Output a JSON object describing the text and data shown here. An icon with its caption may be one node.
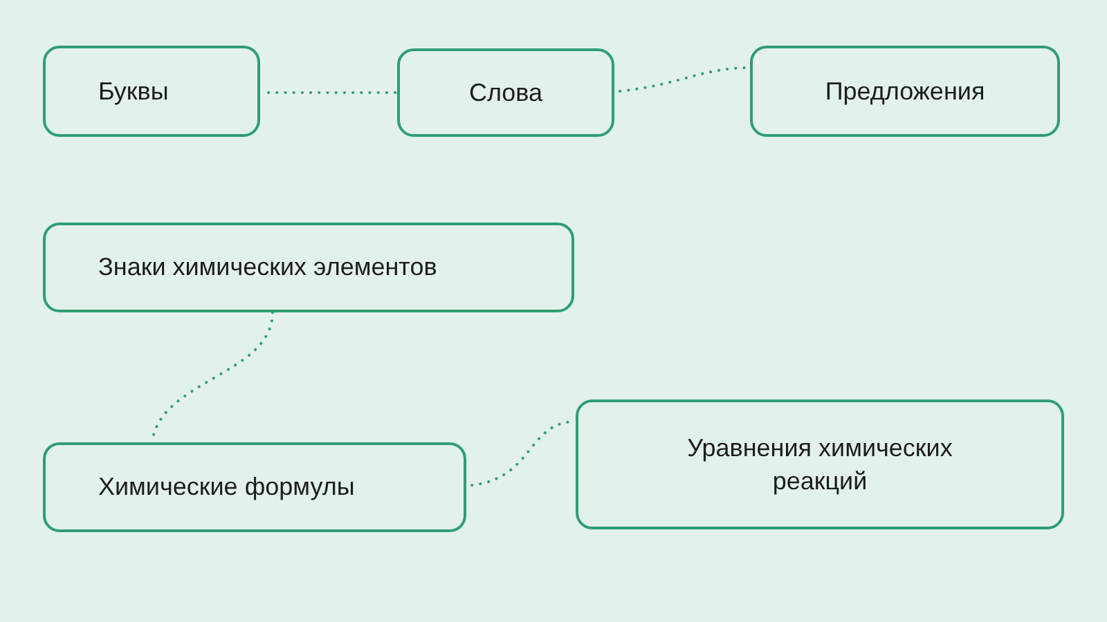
{
  "diagram": {
    "nodes": [
      {
        "text": [
          "Буквы"
        ]
      },
      {
        "text": [
          "Слова"
        ]
      },
      {
        "text": [
          "Предложения"
        ]
      },
      {
        "text": [
          "Знаки химических элементов"
        ]
      },
      {
        "text": [
          "Химические формулы"
        ]
      },
      {
        "text": [
          "Уравнения химических реакций"
        ]
      }
    ],
    "edges": [
      {
        "from": 0,
        "to": 1,
        "arrow": "none"
      },
      {
        "from": 1,
        "to": 2,
        "arrow": "none"
      },
      {
        "from": 3,
        "to": 4,
        "arrow": "none"
      },
      {
        "from": 4,
        "to": 5,
        "arrow": "none"
      }
    ]
  }
}
